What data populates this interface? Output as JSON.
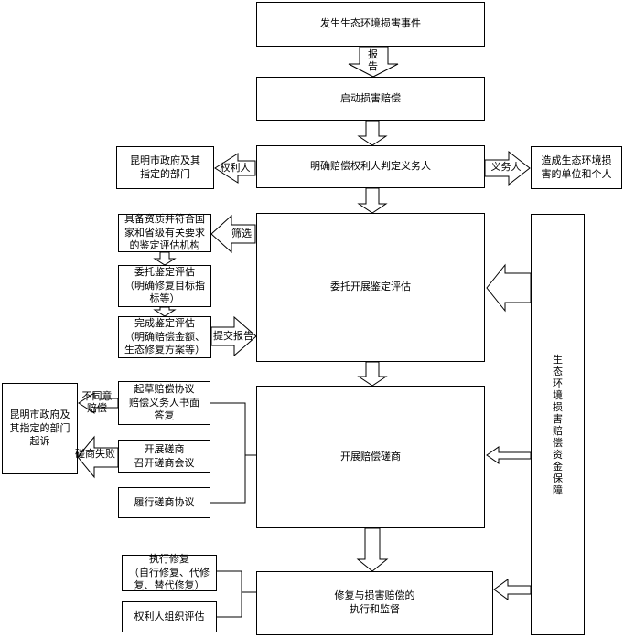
{
  "nodes": {
    "event": "发生生态环境损害事件",
    "start": "启动损害赔偿",
    "identify": "明确赔偿权利人判定义务人",
    "kunming_dept": "昆明市政府及其指定的部门",
    "obligor_unit": "造成生态环境损害的单位和个人",
    "qualified_agency": "具备资质并符合国家和省级有关要求的鉴定评估机构",
    "commission_assess": "委托开展鉴定评估",
    "entrust": "委托鉴定评估\n（明确修复目标指标等）",
    "complete": "完成鉴定评估\n（明确赔偿金额、生态修复方案等）",
    "draft_agreement": "起草赔偿协议\n赔偿义务人书面答复",
    "negotiate_meeting": "开展磋商\n召开磋商会议",
    "perform_agreement": "履行磋商协议",
    "negotiate_main": "开展赔偿磋商",
    "lawsuit": "昆明市政府及其指定的部门起诉",
    "fund": "生态环境损害赔偿资金保障",
    "exec_repair": "执行修复\n（自行修复、代修复、替代修复）",
    "rights_eval": "权利人组织评估",
    "repair_supervise": "修复与损害赔偿的\n执行和监督"
  },
  "edge_labels": {
    "report": "报告",
    "rights_holder": "权利人",
    "obligor": "义务人",
    "screen": "筛选",
    "submit_report": "提交报告",
    "disagree": "不同意\n赔偿",
    "negotiation_failed": "磋商失败"
  }
}
